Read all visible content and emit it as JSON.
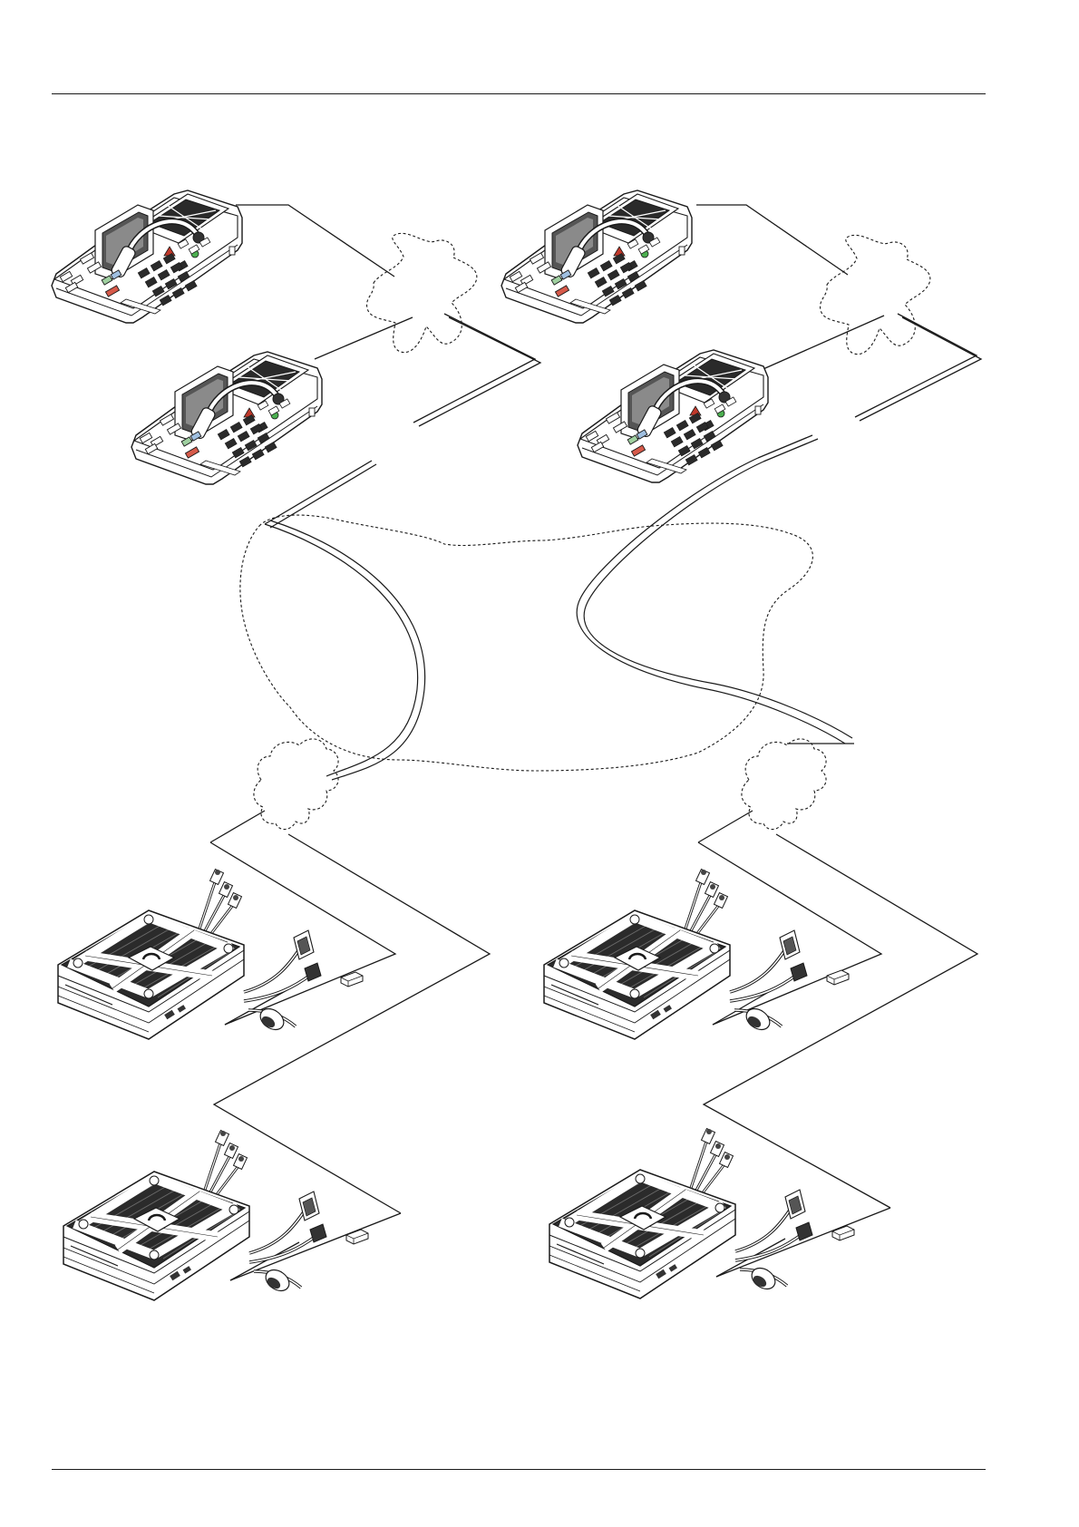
{
  "page": {
    "header_rule": true,
    "footer_rule": true
  },
  "diagram": {
    "description_free": true,
    "dispatch_consoles": [
      {
        "id": "console-top-left",
        "icon": "desk-console-icon"
      },
      {
        "id": "console-mid-left",
        "icon": "desk-console-icon"
      },
      {
        "id": "console-top-right",
        "icon": "desk-console-icon"
      },
      {
        "id": "console-mid-right",
        "icon": "desk-console-icon"
      }
    ],
    "mobile_radios": [
      {
        "id": "radio-upper-left",
        "icon": "mobile-radio-icon"
      },
      {
        "id": "radio-lower-left",
        "icon": "mobile-radio-icon"
      },
      {
        "id": "radio-upper-right",
        "icon": "mobile-radio-icon"
      },
      {
        "id": "radio-lower-right",
        "icon": "mobile-radio-icon"
      }
    ],
    "network_clouds": [
      {
        "id": "cloud-console-left",
        "style": "dashed"
      },
      {
        "id": "cloud-console-right",
        "style": "dashed"
      },
      {
        "id": "cloud-central",
        "style": "dashed"
      },
      {
        "id": "cloud-radio-left",
        "style": "dashed"
      },
      {
        "id": "cloud-radio-right",
        "style": "dashed"
      }
    ],
    "colors": {
      "line": "#1a1a1a",
      "device_body": "#ffffff",
      "device_dark": "#222222",
      "key_red": "#c0392b",
      "key_green": "#4caf50",
      "key_blue": "#5b8fc7",
      "key_orange": "#e07b39"
    }
  }
}
